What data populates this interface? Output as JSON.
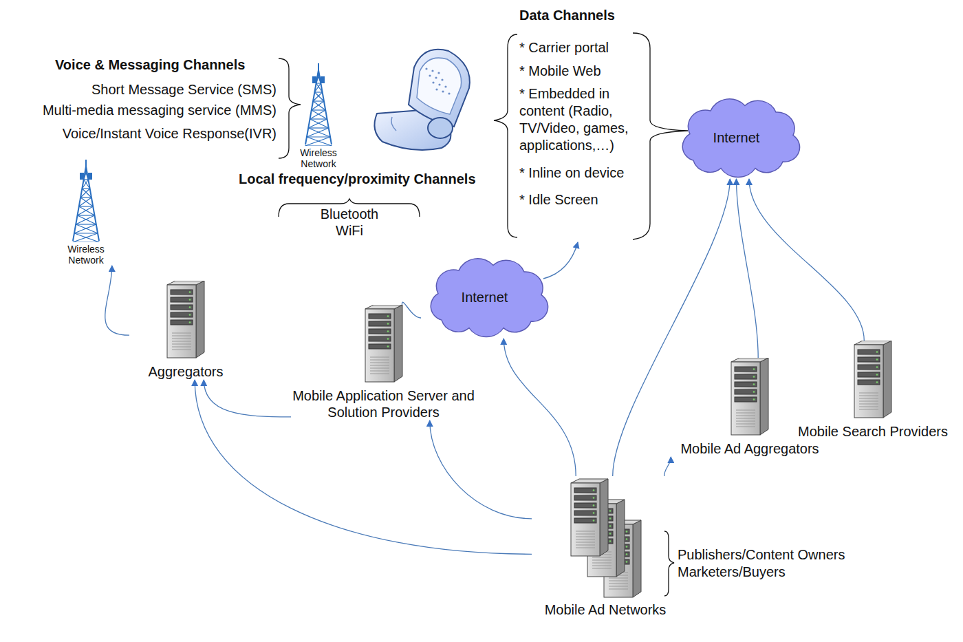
{
  "diagram": {
    "nodes": [
      {
        "text": [
          "Wireless Network"
        ]
      },
      {
        "text": [
          "Internet"
        ]
      },
      {
        "text": [
          "Wireless Network"
        ]
      },
      {
        "text": [
          "Internet"
        ]
      },
      {
        "text": [
          "Aggregators"
        ]
      },
      {
        "text": [
          "Mobile Application Server and Solution Providers"
        ]
      },
      {
        "text": [
          "Mobile Ad Aggregators"
        ]
      },
      {
        "text": [
          "Mobile Search Providers"
        ]
      },
      {
        "text": [
          "Mobile Ad Networks"
        ]
      }
    ],
    "edges": [
      {
        "from": 4,
        "to": 2,
        "arrow": "to"
      },
      {
        "from": 8,
        "to": 4,
        "arrow": "to"
      },
      {
        "from": 5,
        "to": 4,
        "arrow": "to"
      },
      {
        "from": 8,
        "to": 5,
        "arrow": "to"
      },
      {
        "from": 8,
        "to": 3,
        "arrow": "to"
      },
      {
        "from": 8,
        "to": 1,
        "arrow": "to"
      },
      {
        "from": 8,
        "to": 6,
        "arrow": "to"
      },
      {
        "from": 5,
        "to": 3,
        "arrow": "none"
      },
      {
        "from": 6,
        "to": 1,
        "arrow": "to"
      },
      {
        "from": 7,
        "to": 1,
        "arrow": "to"
      }
    ],
    "labels": [
      "Voice & Messaging Channels",
      "Short Message Service (SMS)",
      "Multi-media messaging service (MMS)",
      "Voice/Instant Voice Response(IVR)",
      "Local frequency/proximity Channels",
      "Bluetooth",
      "WiFi",
      "Data Channels",
      "* Carrier portal",
      "* Mobile Web",
      "* Embedded in content (Radio, TV/Video, games, applications,…)",
      "* Inline on device",
      "* Idle Screen",
      "Publishers/Content Owners",
      "Marketers/Buyers"
    ]
  }
}
